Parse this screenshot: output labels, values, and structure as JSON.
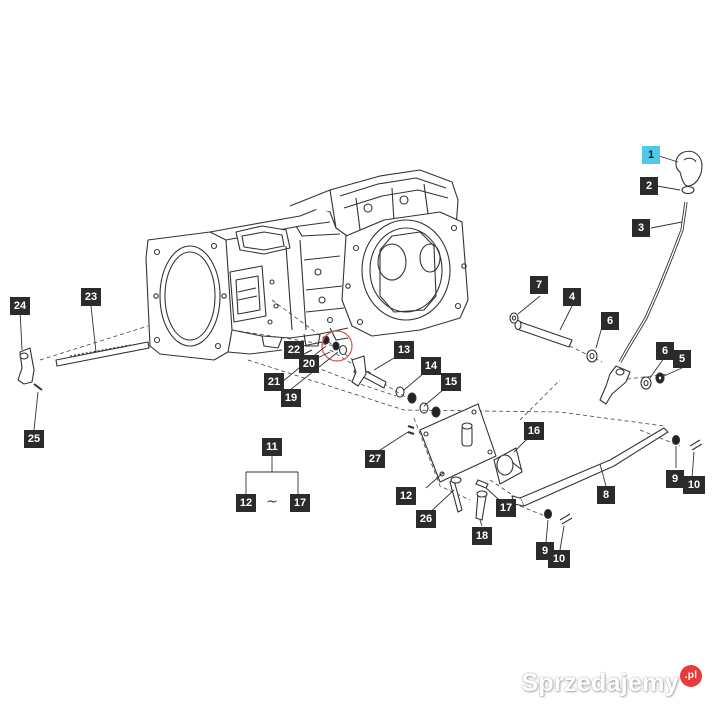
{
  "labels": {
    "l1": "1",
    "l2": "2",
    "l3": "3",
    "l4": "4",
    "l5": "5",
    "l6a": "6",
    "l6b": "6",
    "l7": "7",
    "l8": "8",
    "l9a": "9",
    "l9b": "9",
    "l10a": "10",
    "l10b": "10",
    "l11": "11",
    "l12a": "12",
    "l12b": "12",
    "l13": "13",
    "l14": "14",
    "l15": "15",
    "l16": "16",
    "l17a": "17",
    "l17b": "17",
    "l18": "18",
    "l19": "19",
    "l20": "20",
    "l21": "21",
    "l22": "22",
    "l23": "23",
    "l24": "24",
    "l25": "25",
    "l26": "26",
    "l27": "27"
  },
  "range_separator": "~",
  "colors": {
    "label_bg": "#2b2b2b",
    "highlight_bg": "#4ec9e6",
    "line": "#333333",
    "circle": "#d9534f"
  },
  "watermark": {
    "text": "Sprzedajemy",
    "suffix": ".pl"
  }
}
